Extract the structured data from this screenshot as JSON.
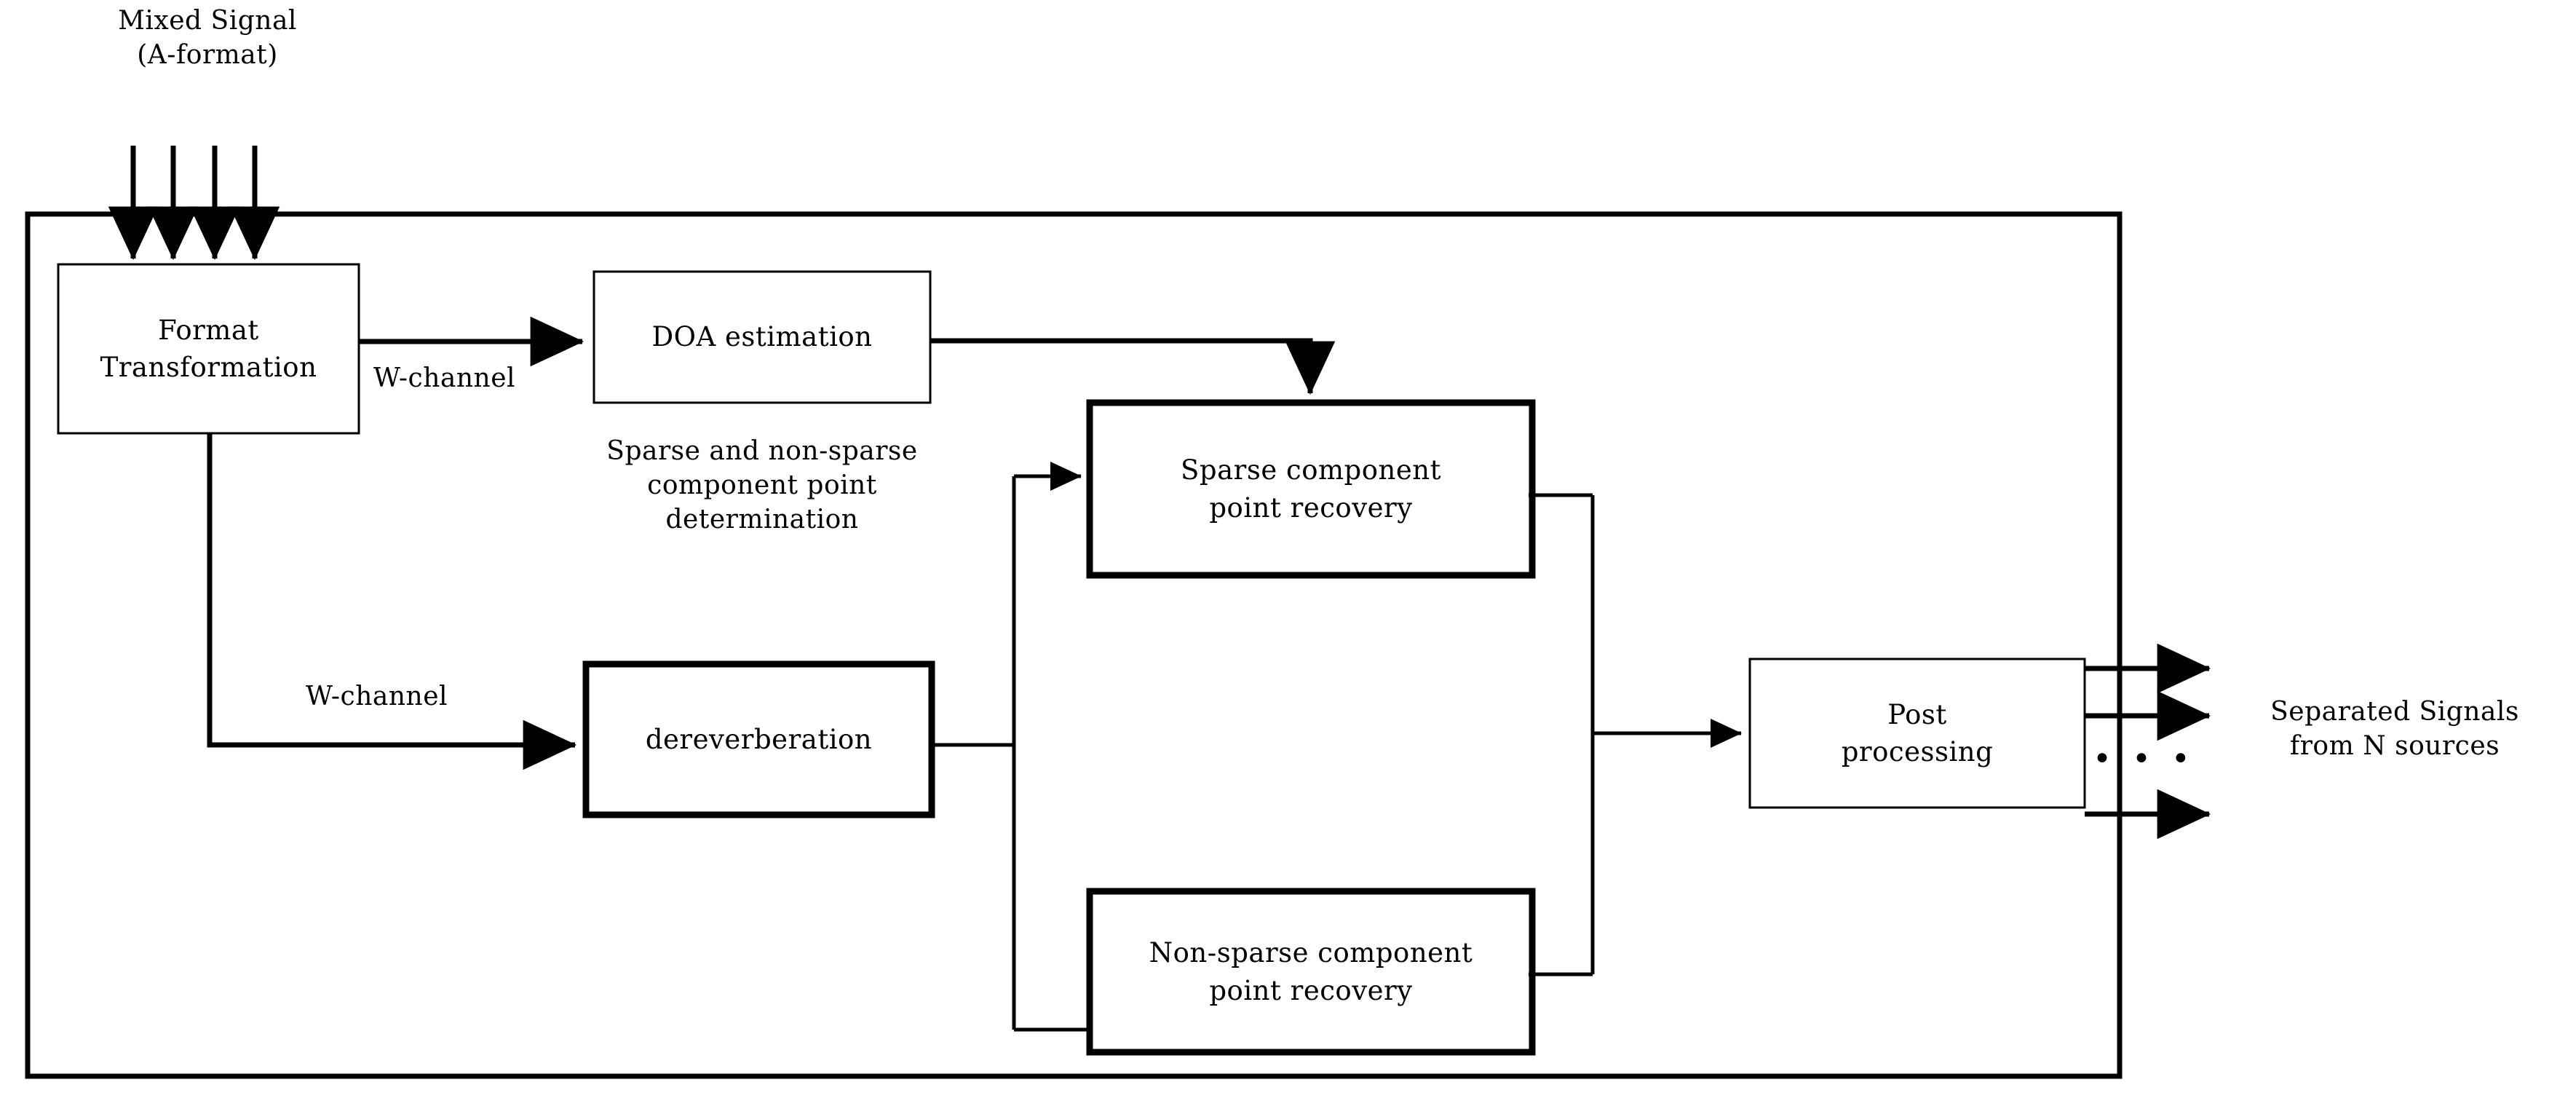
{
  "diagram": {
    "title_external_inputs": "Mixed Signal\n(A-format)",
    "output_label": "Separated Signals\nfrom N sources",
    "floating_note": "Sparse and non-sparse\ncomponent point\ndetermination",
    "ellipsis": "• • •",
    "edge_labels": {
      "w_channel_top": "W-channel",
      "w_channel_bottom": "W-channel"
    },
    "boxes": [
      {
        "id": "format-transformation",
        "label": "Format\nTransformation",
        "border": "thin"
      },
      {
        "id": "doa-estimation",
        "label": "DOA estimation",
        "border": "thin"
      },
      {
        "id": "sparse-component-point-recovery",
        "label": "Sparse component\npoint recovery",
        "border": "thick"
      },
      {
        "id": "dereverberation",
        "label": "dereverberation",
        "border": "thick"
      },
      {
        "id": "non-sparse-component-point-recovery",
        "label": "Non-sparse component\npoint recovery",
        "border": "thick"
      },
      {
        "id": "post-processing",
        "label": "Post\nprocessing",
        "border": "thin"
      }
    ],
    "colors": {
      "stroke": "#000000",
      "background": "#ffffff",
      "text": "#000000"
    }
  }
}
